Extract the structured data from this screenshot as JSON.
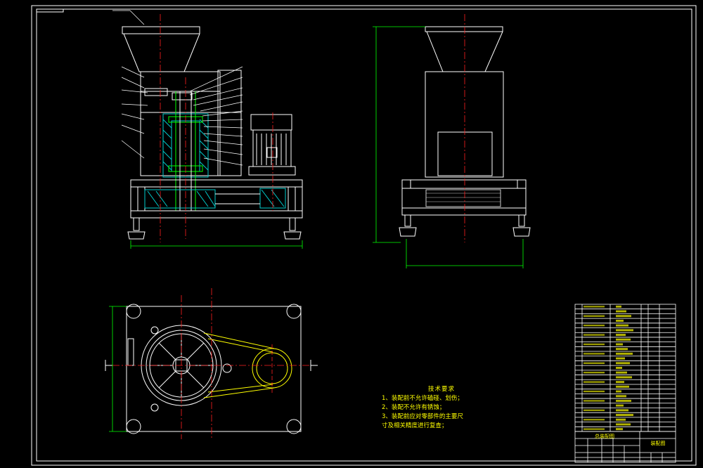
{
  "technical_requirements": {
    "title": "技术要求",
    "items": [
      "1、装配前不允许磕碰、划伤；",
      "2、装配不允许有锈蚀；",
      "3、装配前应对零部件的主要尺",
      "寸及相关精度进行复查；"
    ]
  },
  "title_block": {
    "drawing_title": "总装配图",
    "code": "装配图"
  },
  "colors": {
    "background": "#000000",
    "outline": "#ffffff",
    "centerline": "#ff2020",
    "dimension": "#00ff00",
    "section": "#00cccc",
    "text": "#ffff00"
  }
}
